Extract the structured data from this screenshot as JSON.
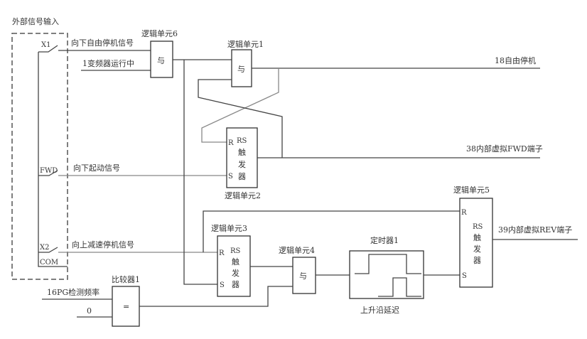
{
  "title": "外部信号输入",
  "inputs": {
    "x1": "X1",
    "fwd": "FWD",
    "x2": "X2",
    "com": "COM"
  },
  "signals": {
    "down_free_stop": "向下自由停机信号",
    "inverter_running": "1变频器运行中",
    "down_start": "向下起动信号",
    "up_decel_stop": "向上减速停机信号",
    "pg_freq": "16PG检测频率",
    "zero": "0"
  },
  "outputs": {
    "free_stop": "18自由停机",
    "fwd_terminal": "38内部虚拟FWD端子",
    "rev_terminal": "39内部虚拟REV端子"
  },
  "blocks": {
    "unit1": {
      "title": "逻辑单元1",
      "symbol": "与"
    },
    "unit2": {
      "title": "逻辑单元2",
      "rs1": "RS",
      "rs2": "触",
      "rs3": "发",
      "rs4": "器",
      "r": "R",
      "s": "S"
    },
    "unit3": {
      "title": "逻辑单元3",
      "rs1": "RS",
      "rs2": "触",
      "rs3": "发",
      "rs4": "器",
      "r": "R",
      "s": "S"
    },
    "unit4": {
      "title": "逻辑单元4",
      "symbol": "与"
    },
    "unit5": {
      "title": "逻辑单元5",
      "rs1": "RS",
      "rs2": "触",
      "rs3": "发",
      "rs4": "器",
      "r": "R",
      "s": "S"
    },
    "unit6": {
      "title": "逻辑单元6",
      "symbol": "与"
    },
    "comparator": {
      "title": "比较器1",
      "symbol": "="
    },
    "timer": {
      "title": "定时器1",
      "caption": "上升沿延迟"
    }
  }
}
